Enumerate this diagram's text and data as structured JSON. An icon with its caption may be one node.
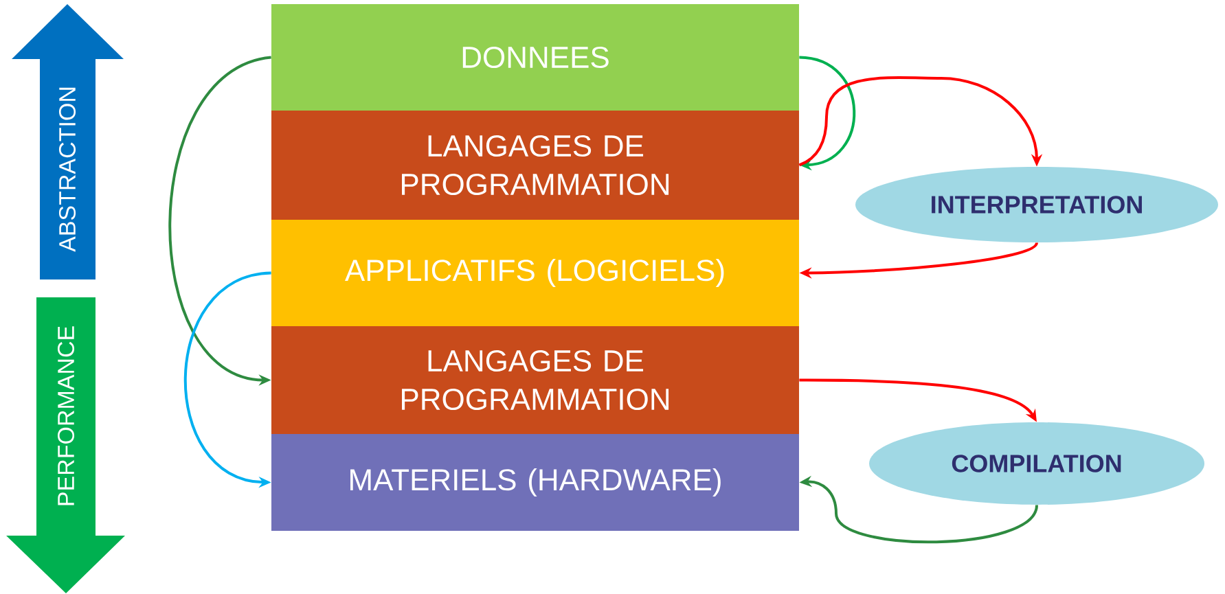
{
  "diagram": {
    "nodes": [
      {
        "text": [
          "DONNEES"
        ]
      },
      {
        "text": [
          "LANGAGES DE PROGRAMMATION"
        ]
      },
      {
        "text": [
          "APPLICATIFS (LOGICIELS)"
        ]
      },
      {
        "text": [
          "LANGAGES DE PROGRAMMATION"
        ]
      },
      {
        "text": [
          "MATERIELS (HARDWARE)"
        ]
      },
      {
        "text": [
          "INTERPRETATION"
        ]
      },
      {
        "text": [
          "COMPILATION"
        ]
      },
      {
        "text": [
          "ABSTRACTION"
        ]
      },
      {
        "text": [
          "PERFORMANCE"
        ]
      }
    ],
    "edges": [
      {
        "from": 0,
        "to": 3,
        "arrow": "to",
        "color": "#2e8b40"
      },
      {
        "from": 2,
        "to": 4,
        "arrow": "to",
        "color": "#00b0f0"
      },
      {
        "from": 0,
        "to": 1,
        "arrow": "to",
        "color": "#00b050"
      },
      {
        "from": 1,
        "to": 5,
        "arrow": "to"
      },
      {
        "from": 5,
        "to": 2,
        "arrow": "to"
      },
      {
        "from": 3,
        "to": 6,
        "arrow": "to"
      },
      {
        "from": 6,
        "to": 4,
        "arrow": "to",
        "color": "#2e8b40"
      }
    ]
  }
}
